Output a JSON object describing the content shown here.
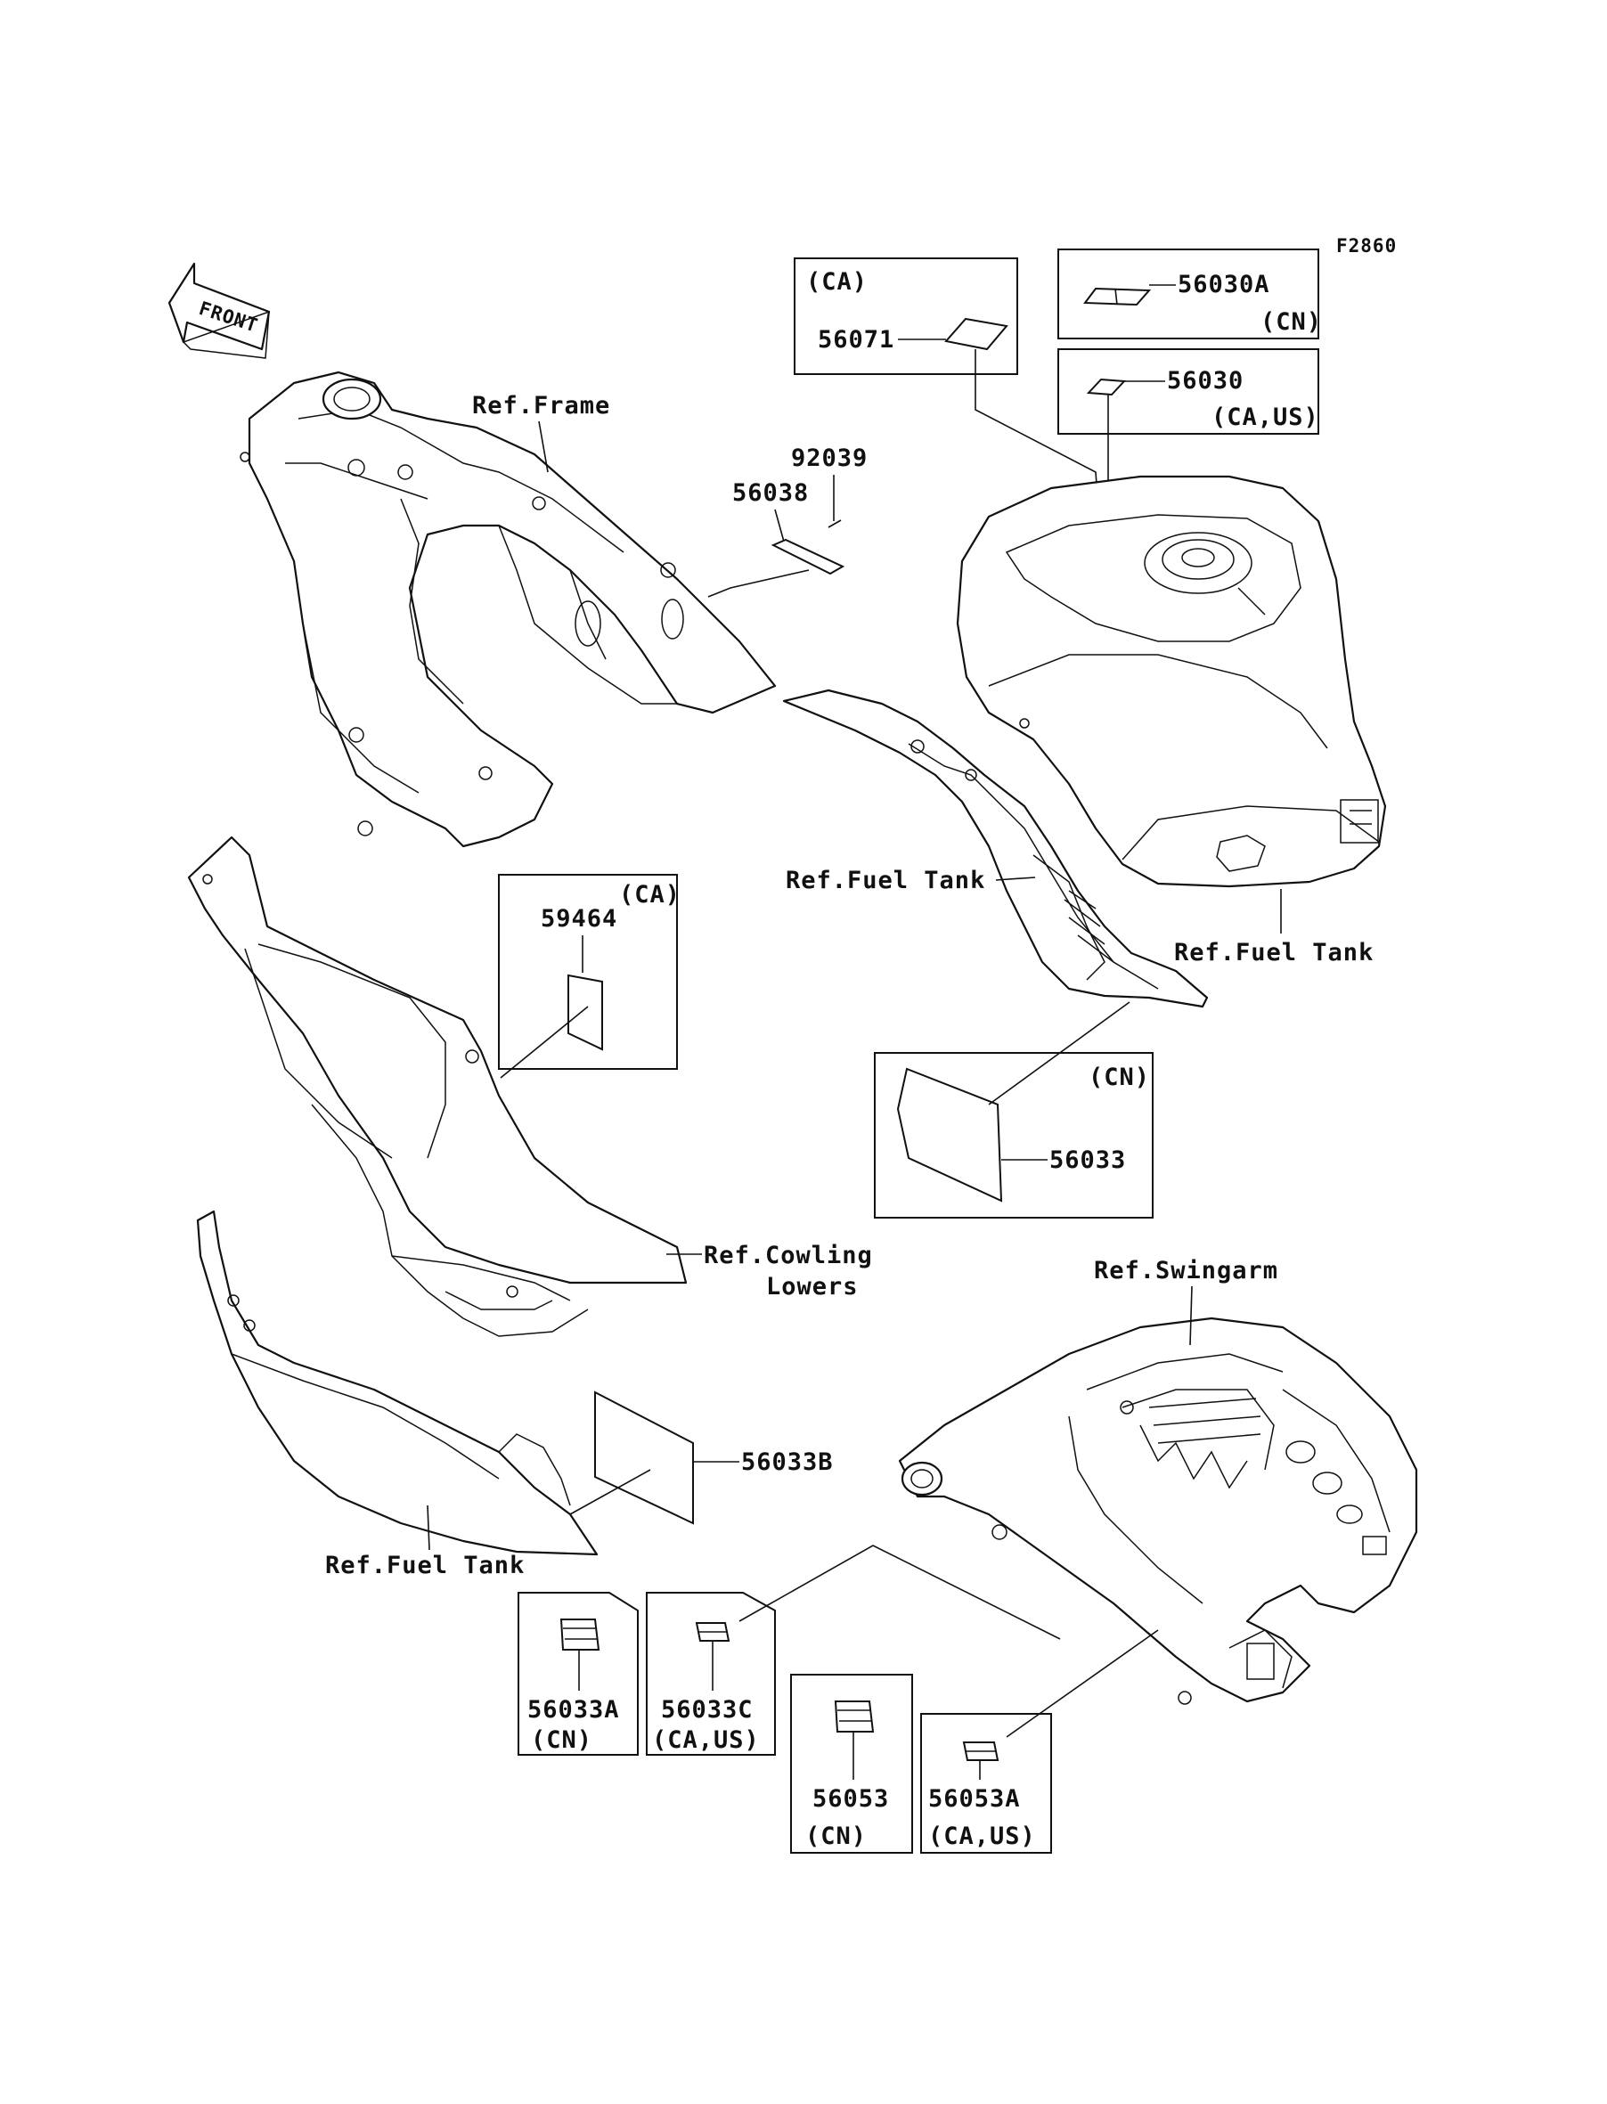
{
  "figure_code": "F2860",
  "front_arrow": "FRONT",
  "labels": {
    "ref_frame": "Ref.Frame",
    "part_92039": "92039",
    "part_56038": "56038",
    "part_56071": "56071",
    "region_56071": "(CA)",
    "part_56030A": "56030A",
    "region_56030A": "(CN)",
    "part_56030": "56030",
    "region_56030": "(CA,US)",
    "ref_fuel_tank_upper": "Ref.Fuel Tank",
    "ref_fuel_tank_right": "Ref.Fuel Tank",
    "part_59464": "59464",
    "region_59464": "(CA)",
    "part_56033": "56033",
    "region_56033": "(CN)",
    "ref_cowling_1": "Ref.Cowling",
    "ref_cowling_2": "Lowers",
    "ref_swingarm": "Ref.Swingarm",
    "part_56033B": "56033B",
    "ref_fuel_tank_lower": "Ref.Fuel Tank",
    "part_56033A": "56033A",
    "region_56033A": "(CN)",
    "part_56033C": "56033C",
    "region_56033C": "(CA,US)",
    "part_56053": "56053",
    "region_56053": "(CN)",
    "part_56053A": "56053A",
    "region_56053A": "(CA,US)"
  }
}
